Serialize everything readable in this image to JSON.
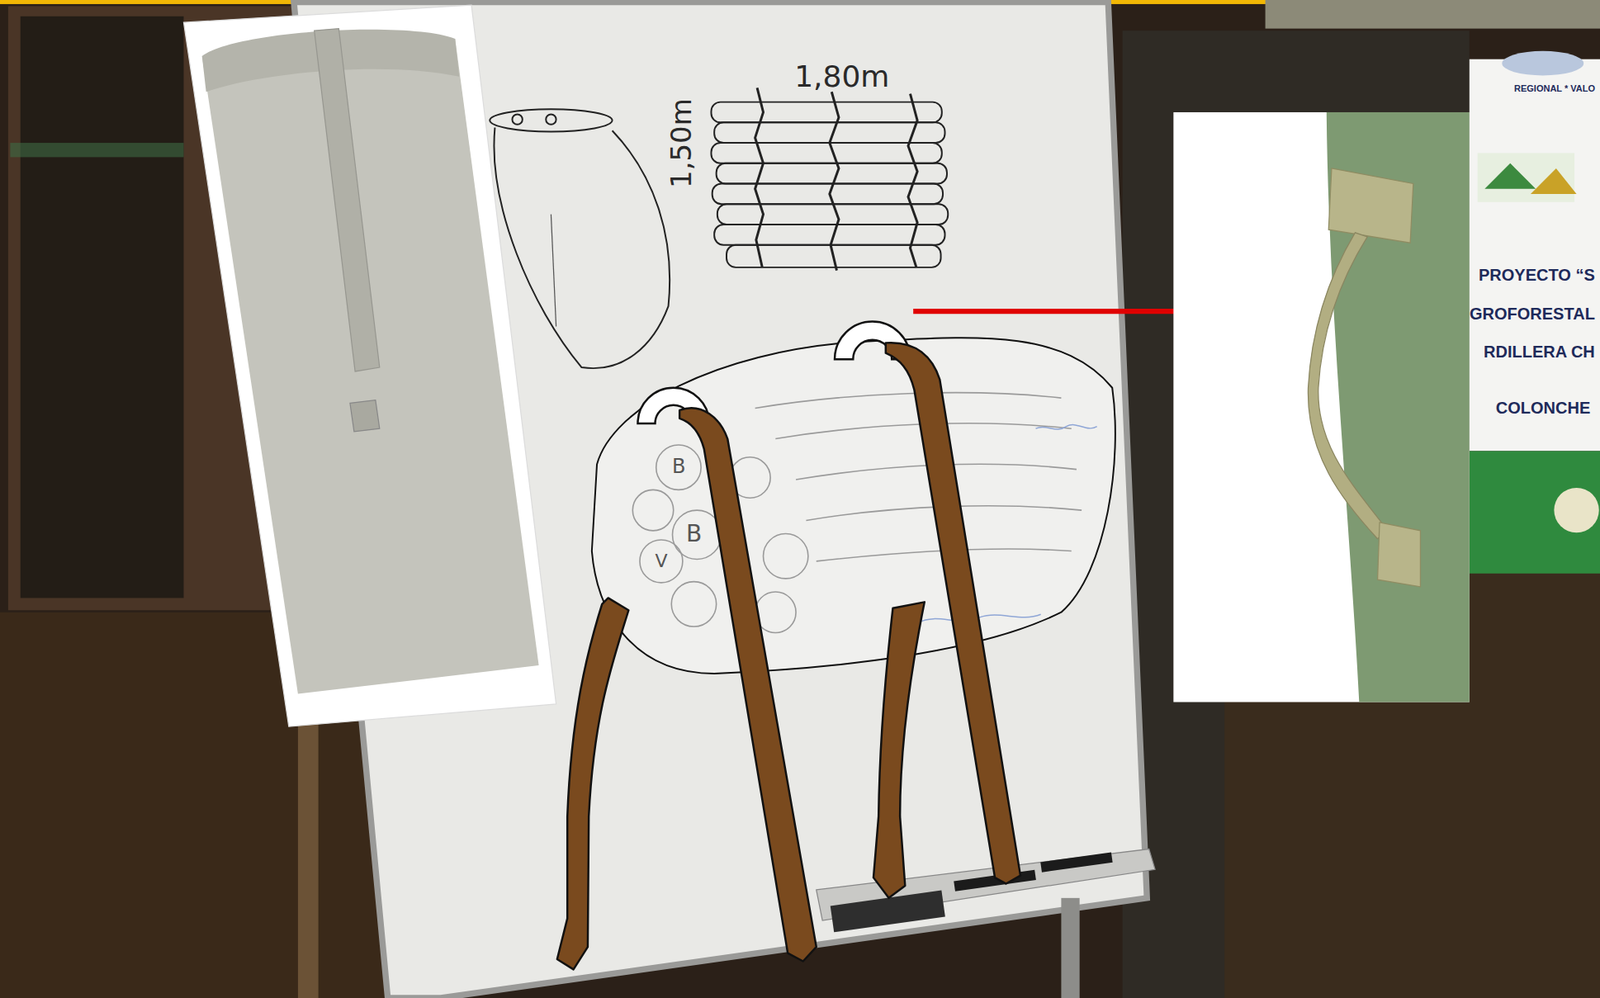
{
  "diagram": {
    "labels": [
      "1,80m",
      "1,50m",
      "B",
      "B",
      "V",
      "REGIONAL * VALO",
      "PROYECTO “S",
      "GROFORESTAL",
      "RDILLERA CH",
      "COLONCHE"
    ]
  }
}
